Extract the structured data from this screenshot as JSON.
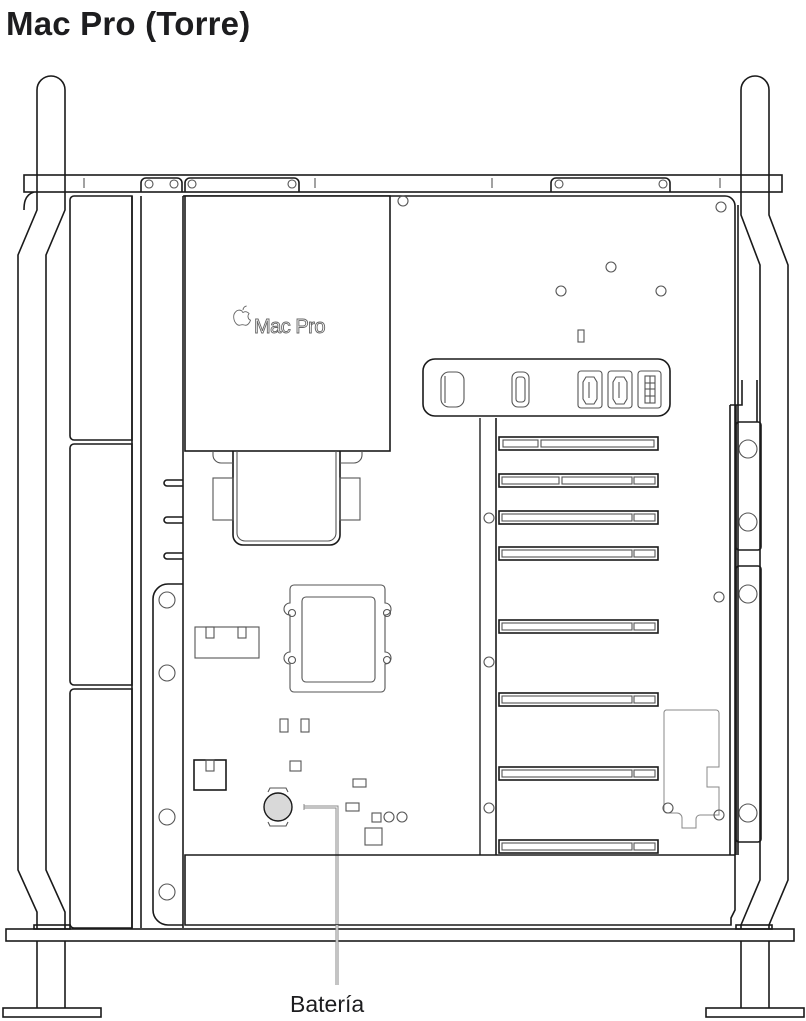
{
  "title": "Mac Pro (Torre)",
  "device_label": {
    "logo_icon": "apple-logo-icon",
    "text": "Mac Pro"
  },
  "callouts": [
    {
      "label": "Batería",
      "target": "battery",
      "line_color": "#888888"
    }
  ],
  "components": {
    "io_card_ports": [
      "power-button",
      "usb-c-port",
      "thunderbolt-port",
      "thunderbolt-port",
      "pin-header"
    ],
    "pcie_slot_count": 8
  },
  "colors": {
    "line": "#1a1a1a",
    "battery_fill": "#d9d9d9",
    "text": "#1d1d1f",
    "background": "#ffffff"
  }
}
